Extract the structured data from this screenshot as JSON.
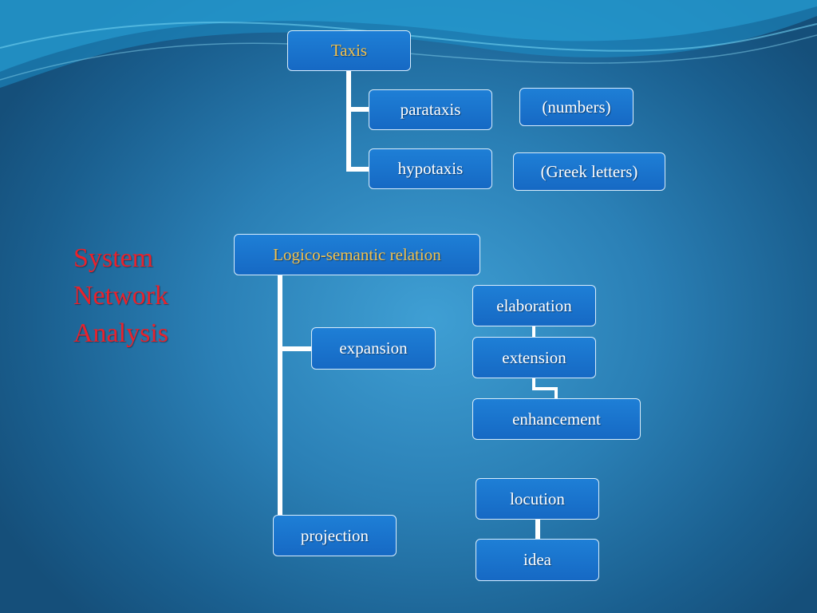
{
  "slide_title": [
    "System",
    "Network",
    "Analysis"
  ],
  "taxis": {
    "head": "Taxis",
    "options": [
      "parataxis",
      "hypotaxis"
    ],
    "notes": [
      "(numbers)",
      "(Greek letters)"
    ]
  },
  "logico_semantic": {
    "head": "Logico-semantic relation",
    "expansion": {
      "label": "expansion",
      "subtypes": [
        "elaboration",
        "extension",
        "enhancement"
      ]
    },
    "projection": {
      "label": "projection",
      "subtypes": [
        "locution",
        "idea"
      ]
    }
  },
  "colors": {
    "node_fill": "#1e7fd6",
    "node_border": "#d8ecfb",
    "head_text": "#f2c14e",
    "title_text": "#e8222c",
    "connector": "#ffffff"
  }
}
